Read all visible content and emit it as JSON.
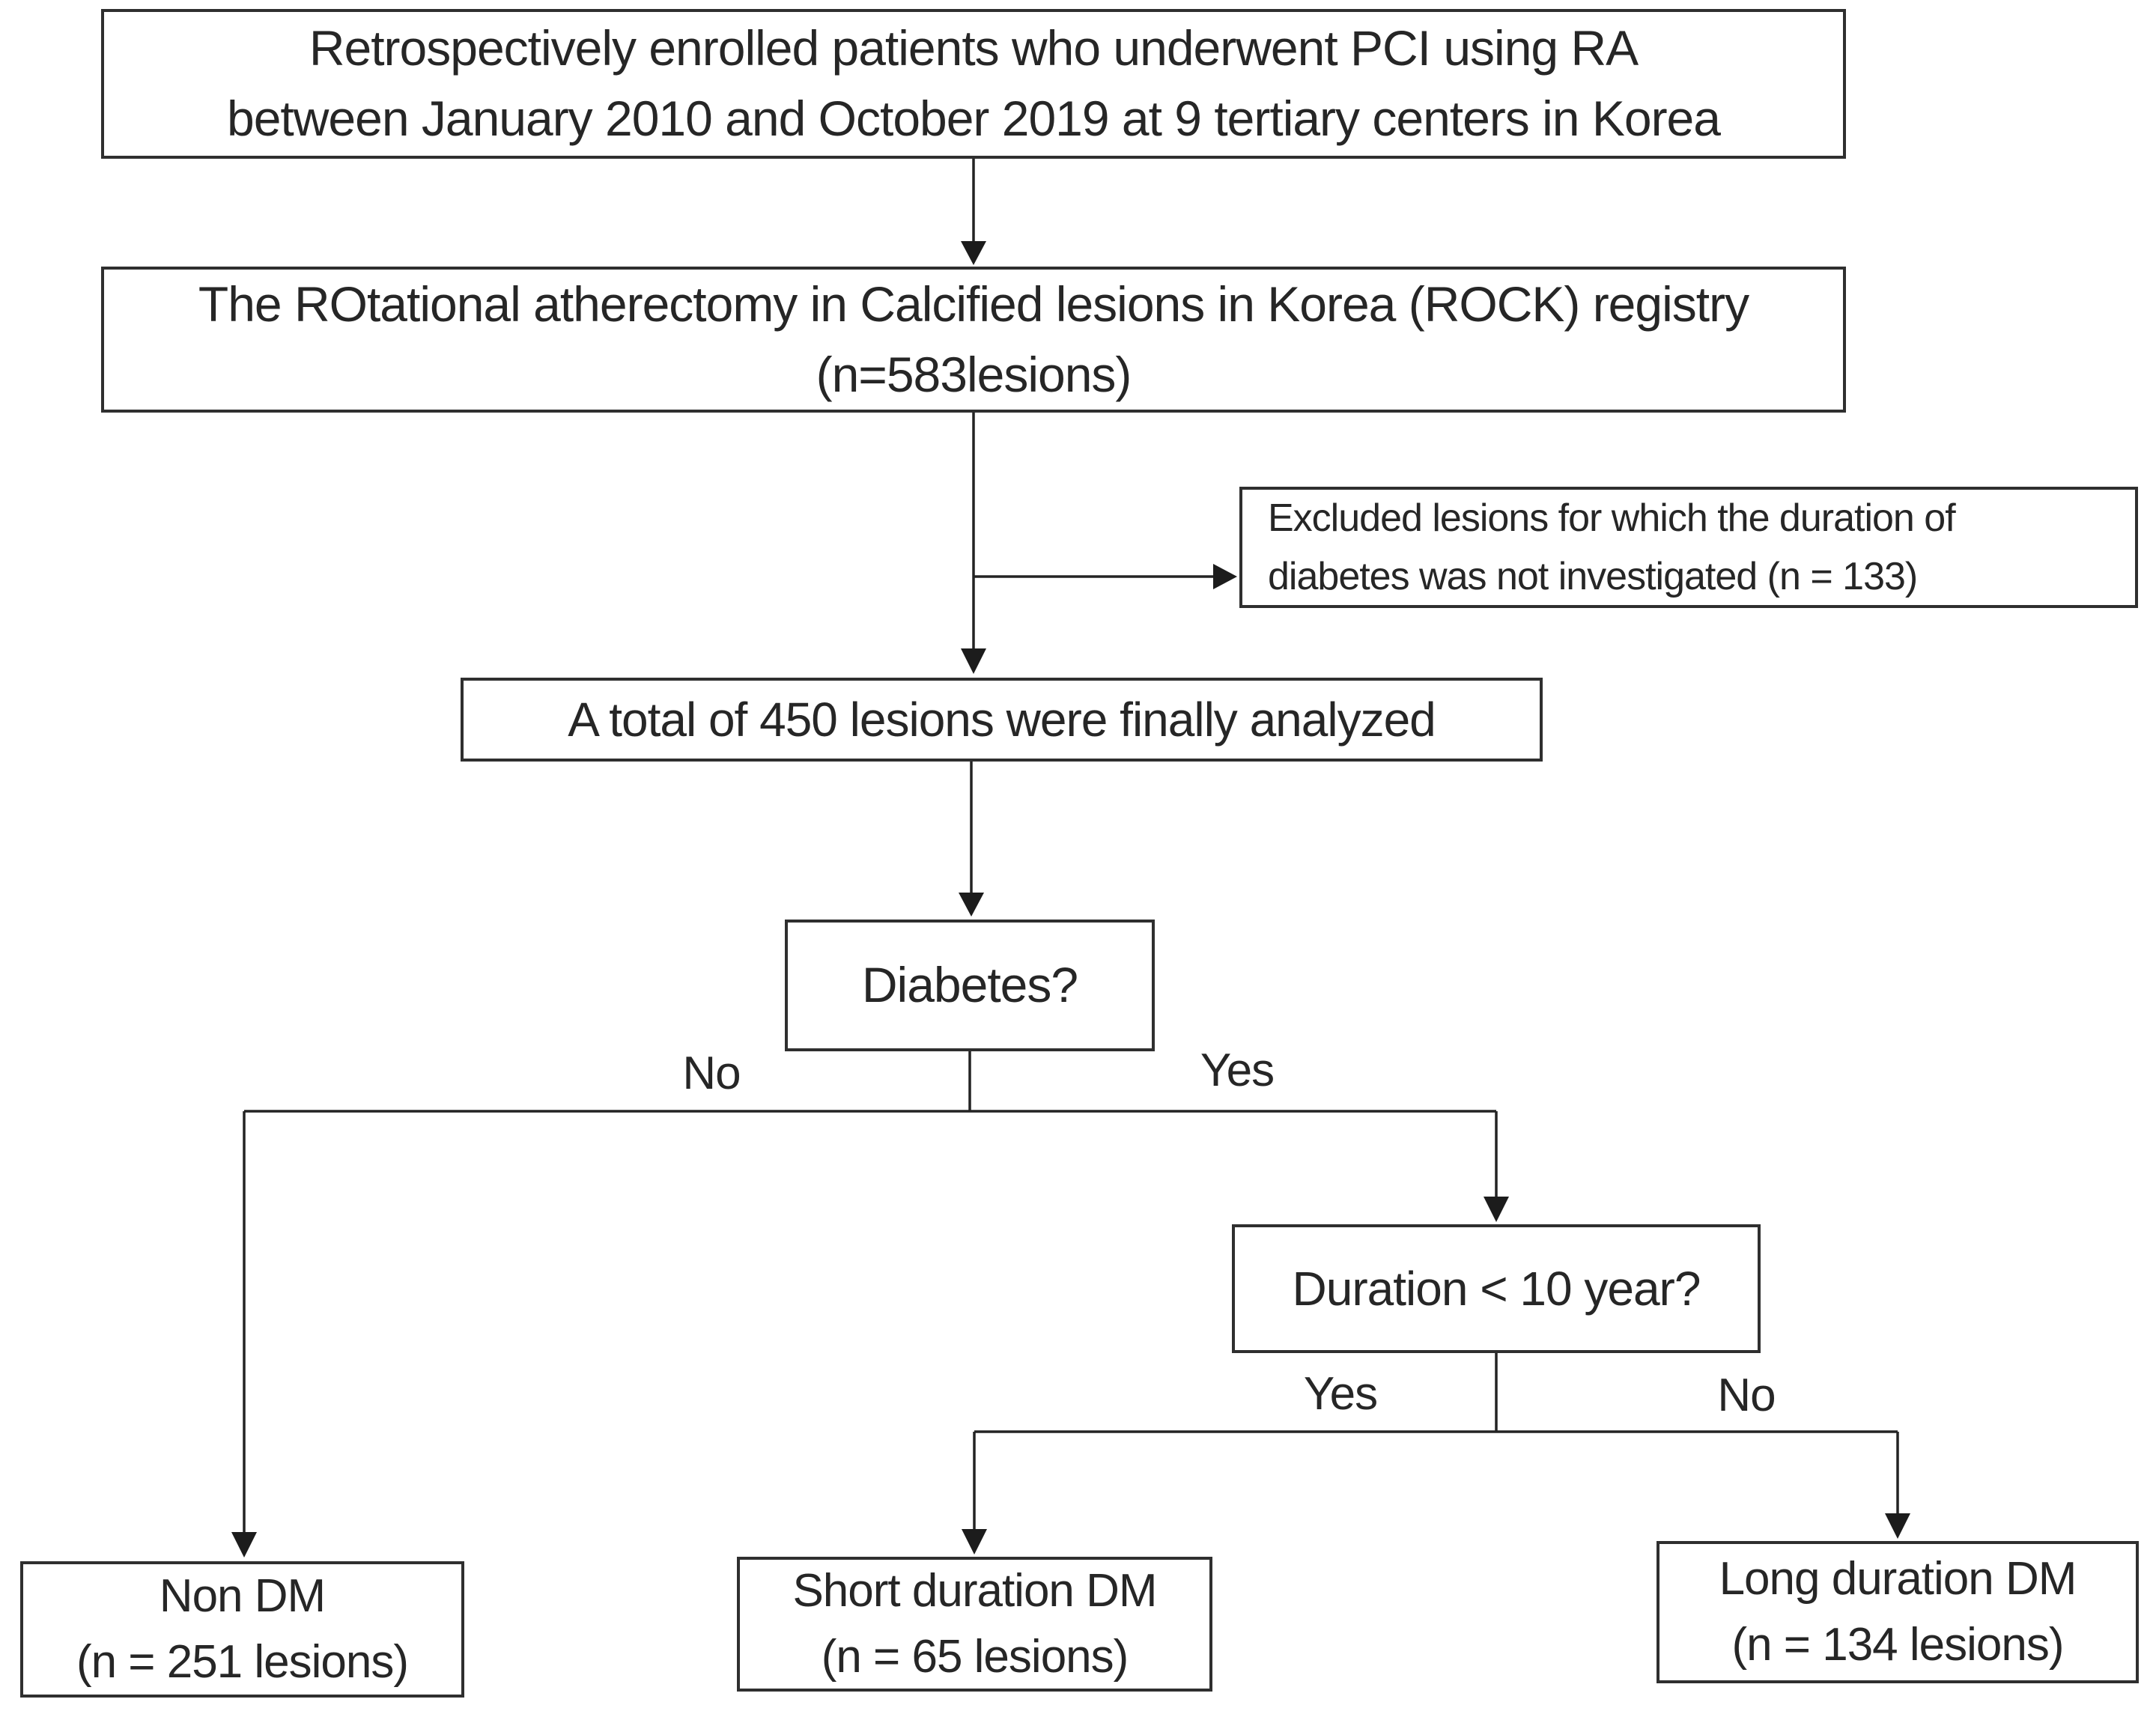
{
  "diagram": {
    "boxes": {
      "enrollment": {
        "lines": [
          "Retrospectively enrolled patients who underwent PCI using RA",
          "between January 2010 and October 2019 at 9 tertiary centers in Korea"
        ]
      },
      "registry": {
        "lines": [
          "The ROtational atherectomy in Calcified lesions in Korea (ROCK) registry",
          "(n=583lesions)"
        ]
      },
      "excluded": {
        "lines": [
          "Excluded lesions for which the duration of",
          "diabetes was not investigated (n = 133)"
        ]
      },
      "analyzed": {
        "lines": [
          "A total of 450 lesions were finally analyzed"
        ]
      },
      "diabetes_decision": {
        "lines": [
          "Diabetes?"
        ]
      },
      "duration_decision": {
        "lines": [
          "Duration < 10 year?"
        ]
      },
      "non_dm": {
        "lines": [
          "Non DM",
          "(n = 251 lesions)"
        ]
      },
      "short_dm": {
        "lines": [
          "Short duration DM",
          "(n = 65 lesions)"
        ]
      },
      "long_dm": {
        "lines": [
          "Long duration DM",
          "(n = 134 lesions)"
        ]
      }
    },
    "branch_labels": {
      "diabetes_no": "No",
      "diabetes_yes": "Yes",
      "duration_yes": "Yes",
      "duration_no": "No"
    },
    "colors": {
      "border": "#2f2f2f",
      "line": "#232323",
      "text": "#262626",
      "background": "#ffffff"
    }
  }
}
